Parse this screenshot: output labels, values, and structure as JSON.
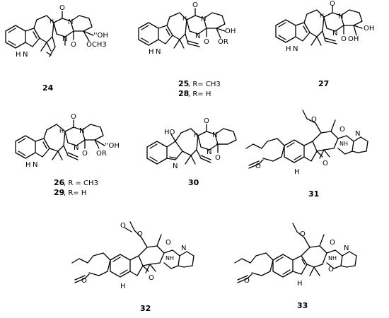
{
  "figure": {
    "compounds": [
      {
        "id": "c24",
        "number": "24",
        "caption": "",
        "atoms": [
          {
            "label": "H",
            "name": "h-label"
          },
          {
            "label": "O",
            "name": "o-label"
          },
          {
            "label": "O",
            "name": "o-label"
          },
          {
            "label": "N",
            "name": "n-label"
          },
          {
            "label": "N",
            "name": "n-label"
          },
          {
            "label": "''OH",
            "name": "hydroxyl-label"
          },
          {
            "label": "OCH3",
            "name": "methoxy-label"
          },
          {
            "label": "N",
            "name": "n-label"
          },
          {
            "label": "H",
            "name": "h-label"
          }
        ]
      },
      {
        "id": "c25",
        "number": "25",
        "caption": ", R= CH3",
        "number2": "28",
        "caption2": ", R= H",
        "atoms": [
          {
            "label": "H",
            "name": "h-label"
          },
          {
            "label": "O",
            "name": "o-label"
          },
          {
            "label": "O",
            "name": "o-label"
          },
          {
            "label": "N",
            "name": "n-label"
          },
          {
            "label": "N",
            "name": "n-label"
          },
          {
            "label": "OH",
            "name": "hydroxyl-label"
          },
          {
            "label": "OR",
            "name": "alkoxy-label"
          },
          {
            "label": "N",
            "name": "n-label"
          },
          {
            "label": "H",
            "name": "h-label"
          }
        ]
      },
      {
        "id": "c27",
        "number": "27",
        "caption": "",
        "atoms": [
          {
            "label": "H",
            "name": "h-label"
          },
          {
            "label": "O",
            "name": "o-label"
          },
          {
            "label": "O",
            "name": "o-label"
          },
          {
            "label": "N",
            "name": "n-label"
          },
          {
            "label": "N",
            "name": "n-label"
          },
          {
            "label": "OH",
            "name": "hydroxyl-label"
          },
          {
            "label": "OH",
            "name": "hydroxyl-label"
          },
          {
            "label": "N",
            "name": "n-label"
          },
          {
            "label": "H",
            "name": "h-label"
          }
        ]
      },
      {
        "id": "c26",
        "number": "26",
        "caption": ", R = CH3",
        "number2": "29",
        "caption2": ", R= H",
        "atoms": [
          {
            "label": "H",
            "name": "h-label"
          },
          {
            "label": "O",
            "name": "o-label"
          },
          {
            "label": "O",
            "name": "o-label"
          },
          {
            "label": "N",
            "name": "n-label"
          },
          {
            "label": "N",
            "name": "n-label"
          },
          {
            "label": "''OH",
            "name": "hydroxyl-label"
          },
          {
            "label": "OR",
            "name": "alkoxy-label"
          },
          {
            "label": "N",
            "name": "n-label"
          },
          {
            "label": "H",
            "name": "h-label"
          }
        ]
      },
      {
        "id": "c30",
        "number": "30",
        "caption": "",
        "atoms": [
          {
            "label": "H",
            "name": "h-label"
          },
          {
            "label": "O",
            "name": "o-label"
          },
          {
            "label": "O",
            "name": "o-label"
          },
          {
            "label": "N",
            "name": "n-label"
          },
          {
            "label": "N",
            "name": "n-label"
          },
          {
            "label": "HO",
            "name": "hydroxyl-label"
          },
          {
            "label": "N",
            "name": "n-label"
          }
        ]
      },
      {
        "id": "c31",
        "number": "31",
        "caption": "",
        "atoms": [
          {
            "label": "O",
            "name": "o-label"
          },
          {
            "label": "O",
            "name": "o-label"
          },
          {
            "label": "N",
            "name": "n-label"
          },
          {
            "label": "NH",
            "name": "nh-label"
          },
          {
            "label": "H",
            "name": "h-label"
          },
          {
            "label": "O",
            "name": "o-label"
          },
          {
            "label": "O",
            "name": "o-label"
          }
        ]
      },
      {
        "id": "c32",
        "number": "32",
        "caption": "",
        "atoms": [
          {
            "label": "O",
            "name": "o-label"
          },
          {
            "label": "O",
            "name": "o-label"
          },
          {
            "label": "O",
            "name": "o-label"
          },
          {
            "label": "N",
            "name": "n-label"
          },
          {
            "label": "NH",
            "name": "nh-label"
          },
          {
            "label": "H",
            "name": "h-label"
          },
          {
            "label": "O",
            "name": "o-label"
          },
          {
            "label": "O",
            "name": "o-label"
          }
        ]
      },
      {
        "id": "c33",
        "number": "33",
        "caption": "",
        "atoms": [
          {
            "label": "O",
            "name": "o-label"
          },
          {
            "label": "O",
            "name": "o-label"
          },
          {
            "label": "N",
            "name": "n-label"
          },
          {
            "label": "NH",
            "name": "nh-label"
          },
          {
            "label": "H",
            "name": "h-label"
          },
          {
            "label": "O",
            "name": "o-label"
          },
          {
            "label": "O",
            "name": "o-label"
          }
        ]
      }
    ]
  }
}
